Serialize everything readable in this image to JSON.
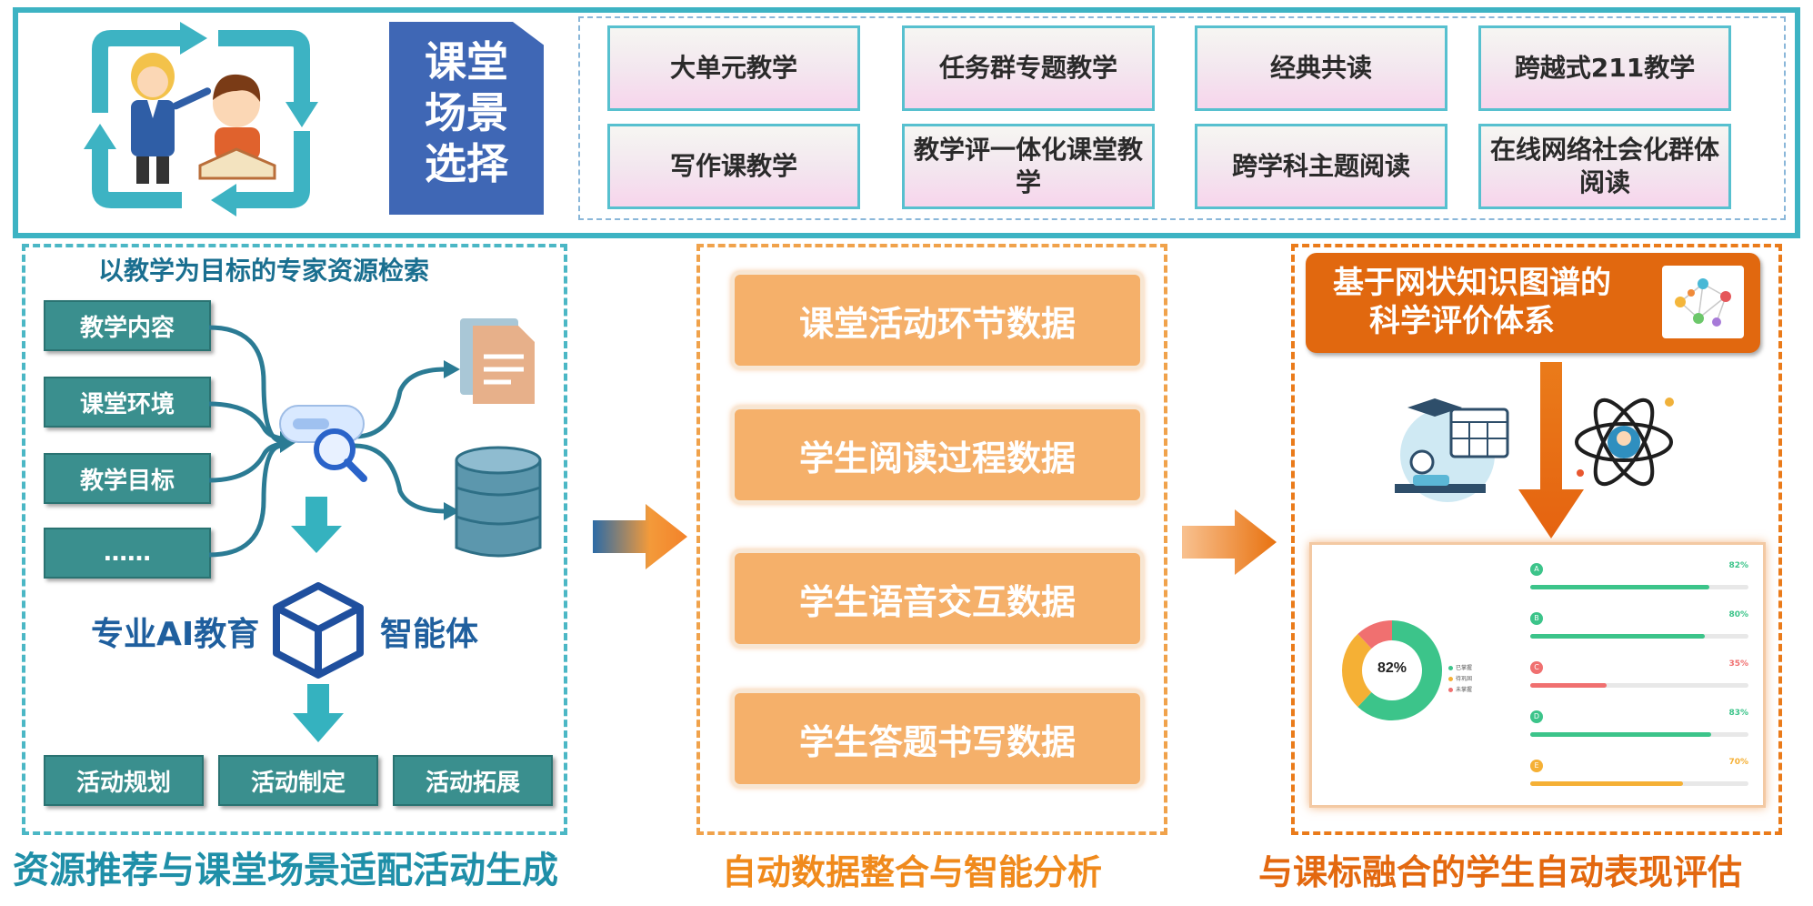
{
  "scene": {
    "title": "课堂\n场景\n选择",
    "options": [
      "大单元教学",
      "任务群专题教学",
      "经典共读",
      "跨越式211教学",
      "写作课教学",
      "教学评一体化课堂教学",
      "跨学科主题阅读",
      "在线网络社会化群体阅读"
    ]
  },
  "left_panel": {
    "subtitle": "以教学为目标的专家资源检索",
    "inputs": [
      "教学内容",
      "课堂环境",
      "教学目标",
      "……"
    ],
    "agent_prefix": "专业AI教育",
    "agent_suffix": "智能体",
    "outputs": [
      "活动规划",
      "活动制定",
      "活动拓展"
    ],
    "heading": "资源推荐与课堂场景适配活动生成"
  },
  "mid_panel": {
    "items": [
      "课堂活动环节数据",
      "学生阅读过程数据",
      "学生语音交互数据",
      "学生答题书写数据"
    ],
    "heading": "自动数据整合与智能分析"
  },
  "right_panel": {
    "header_line1": "基于网状知识图谱的",
    "header_line2": "科学评价体系",
    "heading": "与课标融合的学生自动表现评估",
    "report": {
      "center_value": "82%",
      "legend": [
        "已掌握",
        "待巩固",
        "未掌握"
      ],
      "metrics": [
        {
          "value": "82%",
          "fraction": 0.82,
          "color": "#3cc48a"
        },
        {
          "value": "80%",
          "fraction": 0.8,
          "color": "#3cc48a"
        },
        {
          "value": "35%",
          "fraction": 0.35,
          "color": "#f07070"
        },
        {
          "value": "83%",
          "fraction": 0.83,
          "color": "#3cc48a"
        },
        {
          "value": "70%",
          "fraction": 0.7,
          "color": "#f5b035"
        }
      ]
    }
  },
  "colors": {
    "teal": "#3db3c3",
    "teal_dark": "#3a8f8e",
    "blue_title": "#3f67b5",
    "orange_light": "#f5b06a",
    "orange_dark": "#e1680f",
    "heading_teal": "#1f8fa8",
    "heading_orange": "#f08a1c"
  }
}
